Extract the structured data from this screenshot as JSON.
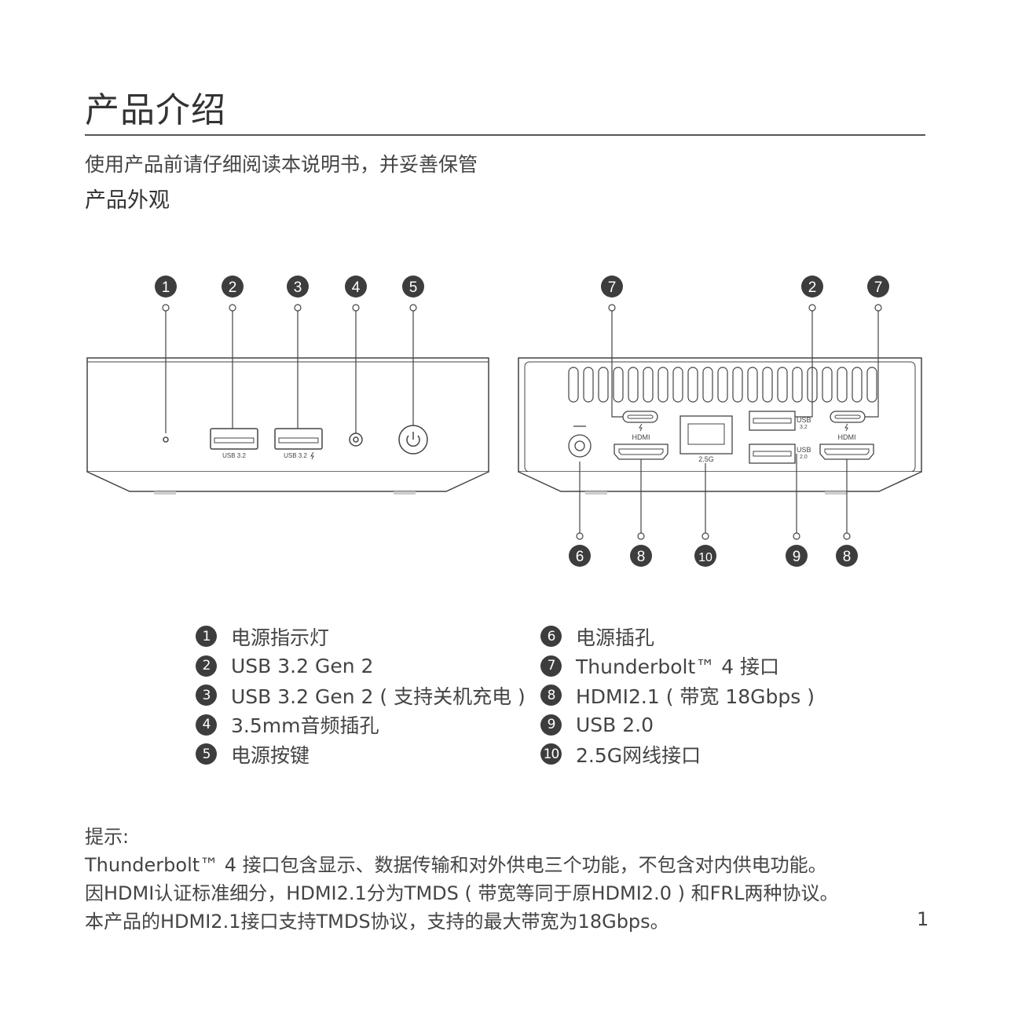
{
  "title": "产品介绍",
  "subtitle": "使用产品前请仔细阅读本说明书，并妥善保管",
  "section": "产品外观",
  "figure": {
    "port_labels": {
      "usb32": "USB 3.2",
      "usb32_charge": "USB 3.2",
      "hdmi": "HDMI",
      "lan": "2.5G",
      "usb_stack_top": "USB",
      "usb_stack_top_ver": "3.2",
      "usb_stack_bottom": "USB",
      "usb_stack_bottom_ver": "2.0"
    },
    "front_callouts": [
      "1",
      "2",
      "3",
      "4",
      "5"
    ],
    "back_top_callouts": [
      "7",
      "2",
      "7"
    ],
    "back_bottom_callouts": [
      "6",
      "8",
      "10",
      "9",
      "8"
    ]
  },
  "legend_left": [
    {
      "num": "1",
      "text": "电源指示灯"
    },
    {
      "num": "2",
      "text": "USB 3.2 Gen 2"
    },
    {
      "num": "3",
      "text": "USB 3.2 Gen 2 ( 支持关机充电 )"
    },
    {
      "num": "4",
      "text": "3.5mm音频插孔"
    },
    {
      "num": "5",
      "text": "电源按键"
    }
  ],
  "legend_right": [
    {
      "num": "6",
      "text": "电源插孔"
    },
    {
      "num": "7",
      "text": "Thunderbolt™ 4 接口"
    },
    {
      "num": "8",
      "text": "HDMI2.1 ( 带宽 18Gbps )"
    },
    {
      "num": "9",
      "text": "USB 2.0"
    },
    {
      "num": "10",
      "text": "2.5G网线接口"
    }
  ],
  "tip_label": "提示:",
  "tips": [
    "Thunderbolt™ 4 接口包含显示、数据传输和对外供电三个功能，不包含对内供电功能。",
    "因HDMI认证标准细分，HDMI2.1分为TMDS ( 带宽等同于原HDMI2.0 ) 和FRL两种协议。",
    "本产品的HDMI2.1接口支持TMDS协议，支持的最大带宽为18Gbps。"
  ],
  "page_number": "1"
}
